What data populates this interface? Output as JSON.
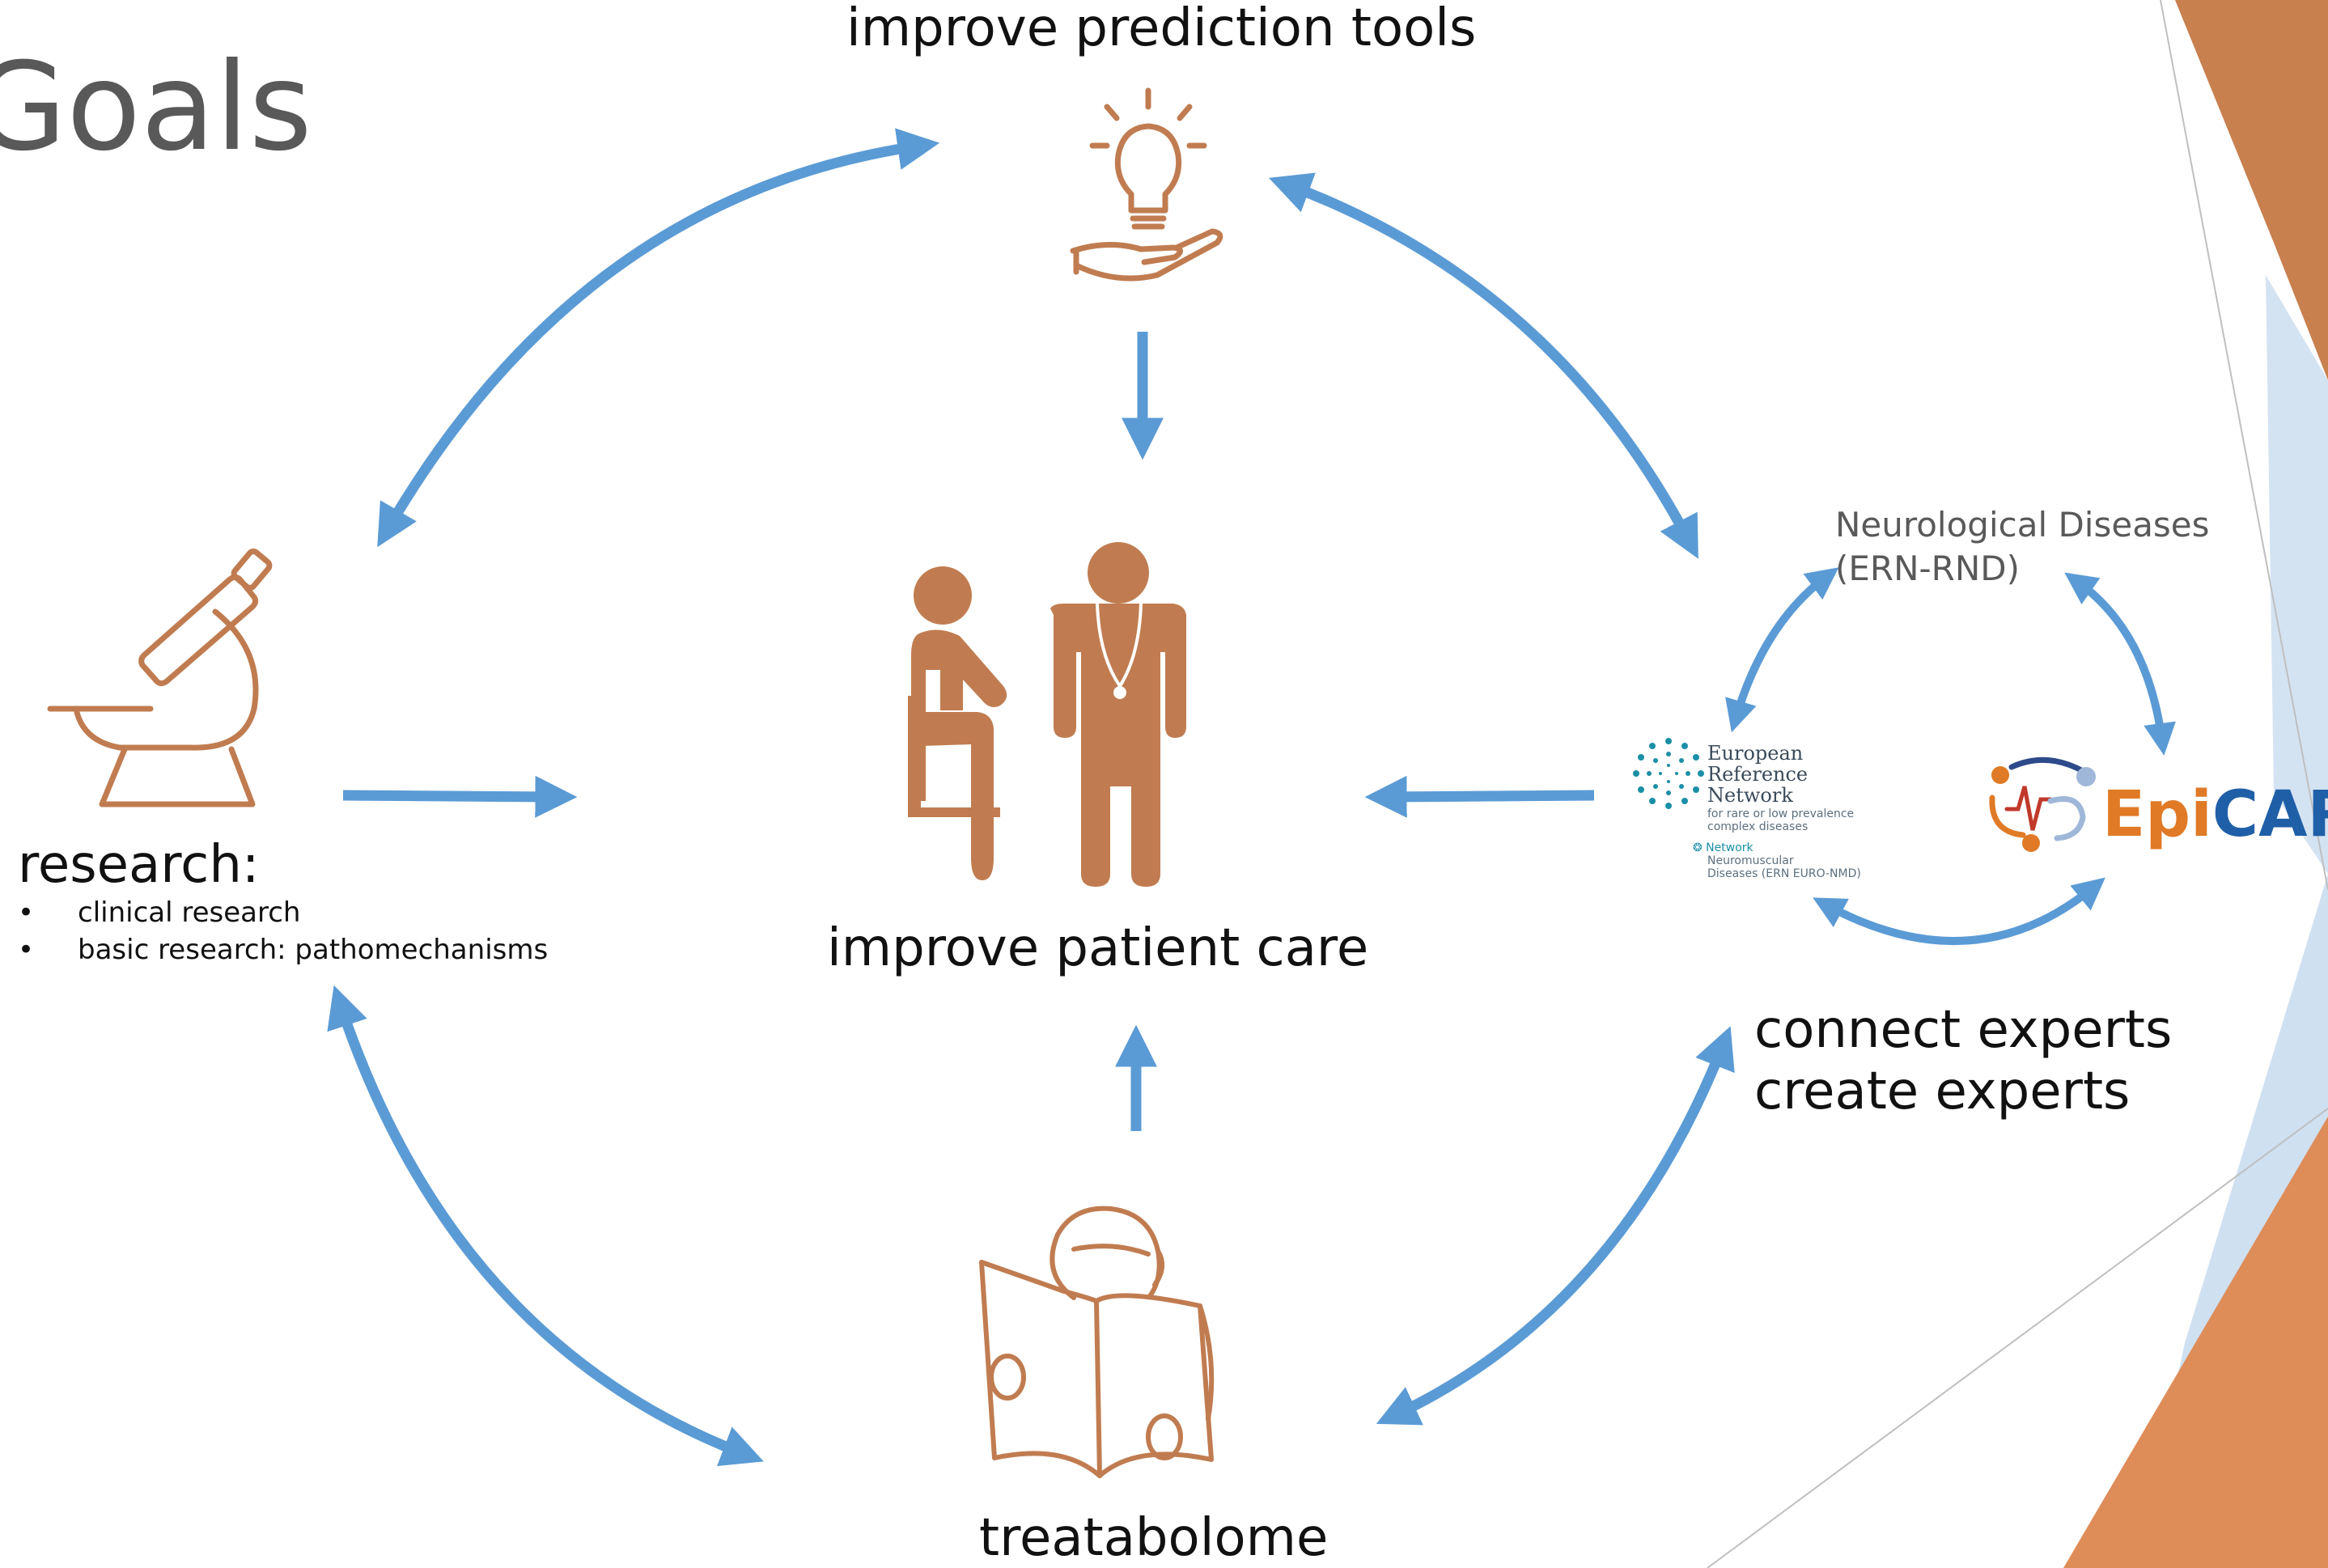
{
  "slide": {
    "title": "Goals",
    "center_label": "improve patient care",
    "top_label": "improve prediction tools",
    "bottom_label": "treatabolome",
    "left_heading": "research:",
    "left_bullets": [
      "clinical research",
      "basic research: pathomechanisms"
    ],
    "right_label_line1": "connect experts",
    "right_label_line2": "create experts"
  },
  "networks": {
    "ern_rnd_line1": "Neurological Diseases",
    "ern_rnd_line2": "(ERN-RND)",
    "ern_lines": [
      "European",
      "Reference",
      "Network"
    ],
    "ern_sub_lines": [
      "for rare or low prevalence",
      "complex diseases"
    ],
    "ern_nmd_lines": [
      "❂ Network",
      "Neuromuscular",
      "Diseases (ERN EURO-NMD)"
    ],
    "epicare_part1": "Epi",
    "epicare_part2": "CARE"
  },
  "colors": {
    "arrow": "#5b9bd5",
    "icon": "#c07c50",
    "accent_orange": "#d8885a",
    "accent_light_blue": "#cfe0f1",
    "epi_orange": "#e07a26",
    "care_blue": "#1f5fa7",
    "ern_teal": "#1b8fa6"
  },
  "icons": [
    "lightbulb-hand-icon",
    "doctor-patient-icon",
    "microscope-icon",
    "reading-person-icon",
    "ern-logo-icon",
    "epicare-logo-icon"
  ]
}
